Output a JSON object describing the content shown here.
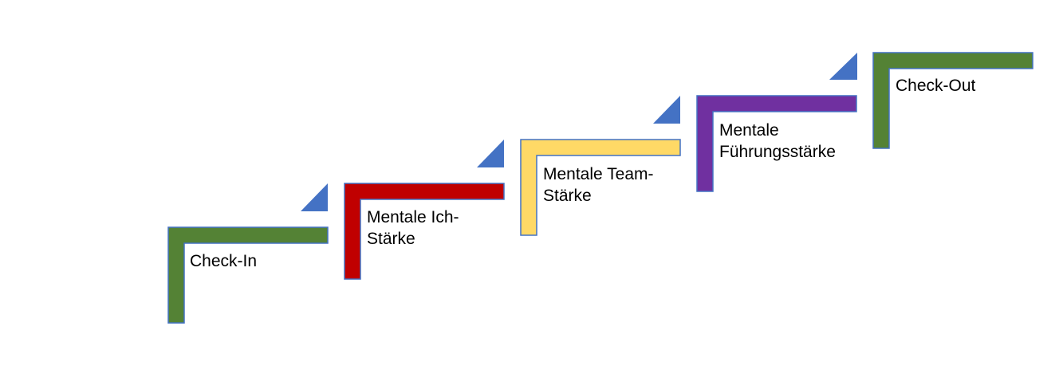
{
  "steps": [
    {
      "label_lines": [
        "Check-In"
      ],
      "color": "#548235"
    },
    {
      "label_lines": [
        "Mentale Ich-",
        "Stärke"
      ],
      "color": "#C00000"
    },
    {
      "label_lines": [
        "Mentale Team-",
        "Stärke"
      ],
      "color": "#FFD966"
    },
    {
      "label_lines": [
        "Mentale",
        "Führungsstärke"
      ],
      "color": "#7030A0"
    },
    {
      "label_lines": [
        "Check-Out"
      ],
      "color": "#548235"
    }
  ],
  "arrow_color": "#4472C4",
  "outline_color": "#4472C4"
}
